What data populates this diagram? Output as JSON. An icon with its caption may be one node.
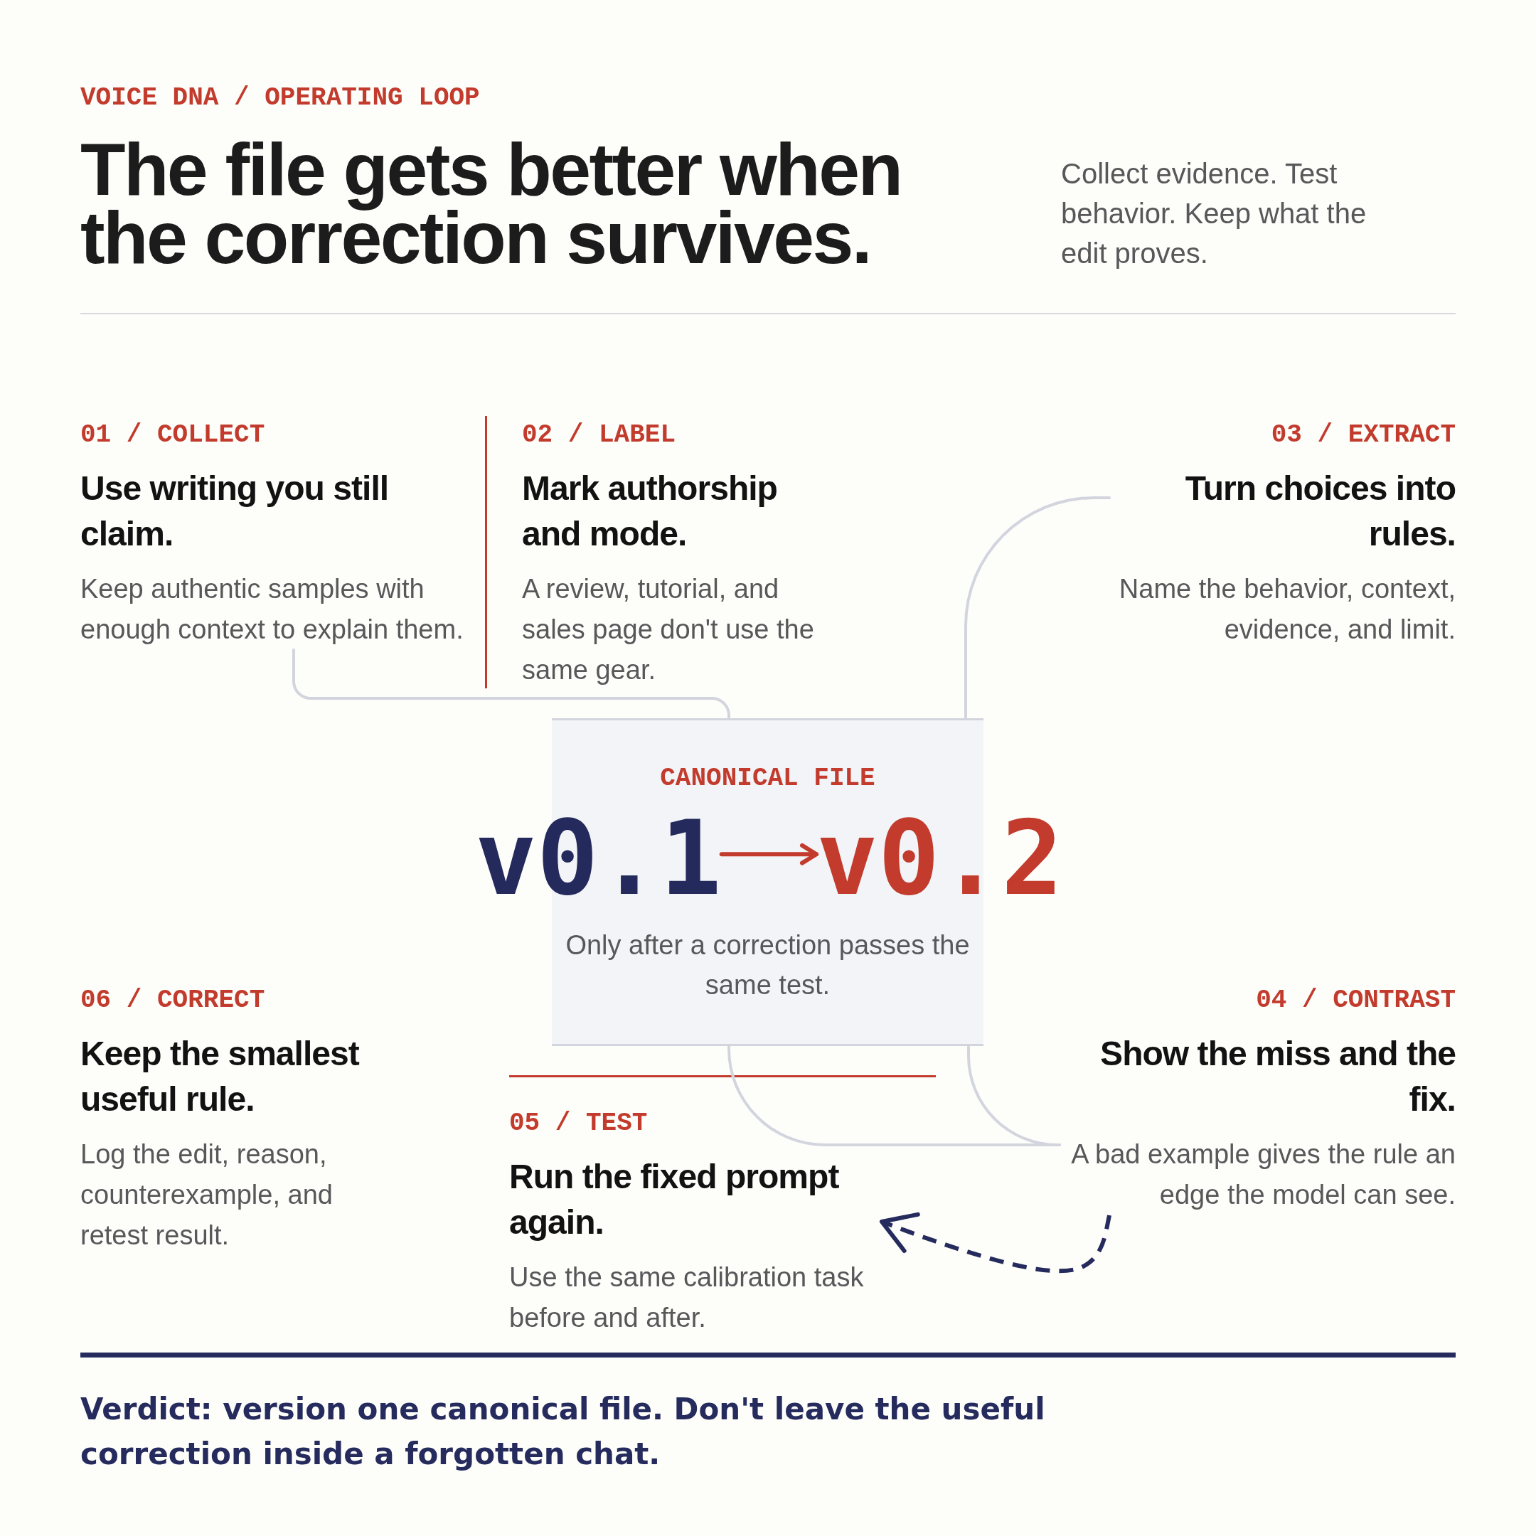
{
  "diagram": {
    "title": "The file gets better when the correction survives.",
    "nodes": [
      {
        "text": [
          "01 / COLLECT",
          "Use writing you still claim.",
          "Keep authentic samples with enough context to explain them."
        ]
      },
      {
        "text": [
          "02 / LABEL",
          "Mark authorship and mode.",
          "A review, tutorial, and sales page don't use the same gear."
        ]
      },
      {
        "text": [
          "03 / EXTRACT",
          "Turn choices into rules.",
          "Name the behavior, context, evidence, and limit."
        ]
      },
      {
        "text": [
          "CANONICAL FILE",
          "Only after a correction passes the same test."
        ]
      },
      {
        "text": [
          "v0.1"
        ],
        "in": 3
      },
      {
        "text": [
          "v0.2"
        ],
        "in": 3
      },
      {
        "text": [
          "06 / CORRECT",
          "Keep the smallest useful rule.",
          "Log the edit, reason, counterexample, and retest result."
        ]
      },
      {
        "text": [
          "04 / CONTRAST",
          "Show the miss and the fix.",
          "A bad example gives the rule an edge the model can see."
        ]
      },
      {
        "text": [
          "05 / TEST",
          "Run the fixed prompt again.",
          "Use the same calibration task before and after."
        ]
      }
    ],
    "edges": [
      {
        "from": 0,
        "to": 3,
        "arrow": "none"
      },
      {
        "from": 2,
        "to": 3,
        "arrow": "none"
      },
      {
        "from": 3,
        "to": 7,
        "arrow": "none"
      },
      {
        "from": 3,
        "to": 7,
        "arrow": "none"
      },
      {
        "from": 7,
        "to": 8,
        "arrow": "to",
        "style": "dashed",
        "color": "#262b5e"
      },
      {
        "from": 4,
        "to": 5,
        "arrow": "to",
        "color": "#c23b2c"
      }
    ],
    "labels": [
      "VOICE DNA / OPERATING LOOP",
      "Collect evidence. Test behavior. Keep what the edit proves.",
      "Verdict: version one canonical file. Don't leave the useful correction inside a forgotten chat."
    ]
  }
}
